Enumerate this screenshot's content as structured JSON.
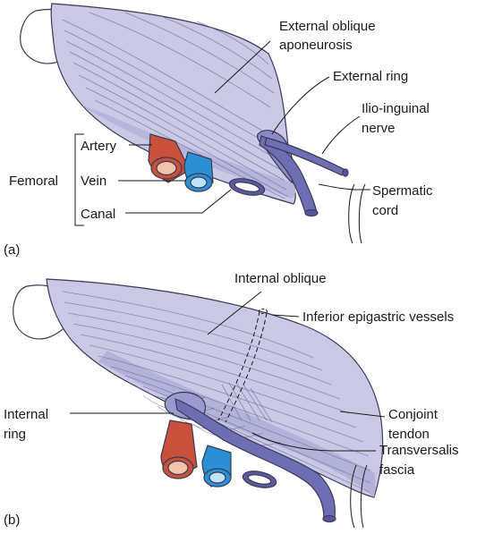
{
  "panel_a": {
    "panel_label": "(a)",
    "labels": {
      "external_oblique": [
        "External oblique",
        "aponeurosis"
      ],
      "external_ring": "External ring",
      "ilioinguinal": [
        "Ilio-inguinal",
        "nerve"
      ],
      "artery": "Artery",
      "vein": "Vein",
      "femoral": "Femoral",
      "canal": "Canal",
      "spermatic": [
        "Spermatic",
        "cord"
      ]
    }
  },
  "panel_b": {
    "panel_label": "(b)",
    "labels": {
      "internal_oblique": "Internal oblique",
      "inferior_epigastric": "Inferior epigastric vessels",
      "internal_ring": [
        "Internal",
        "ring"
      ],
      "conjoint": [
        "Conjoint",
        "tendon"
      ],
      "transversalis": [
        "Transversalis",
        "fascia"
      ]
    }
  },
  "colors": {
    "muscle": "#c9c9e6",
    "muscle_edge": "#a9a9d4",
    "artery": "#c9503a",
    "artery_lumen": "#f2c3ab",
    "vein": "#2b8fd3",
    "vein_lumen": "#bfe4f7",
    "cord": "#6e6eb4",
    "canal": "#5a5a9e"
  }
}
